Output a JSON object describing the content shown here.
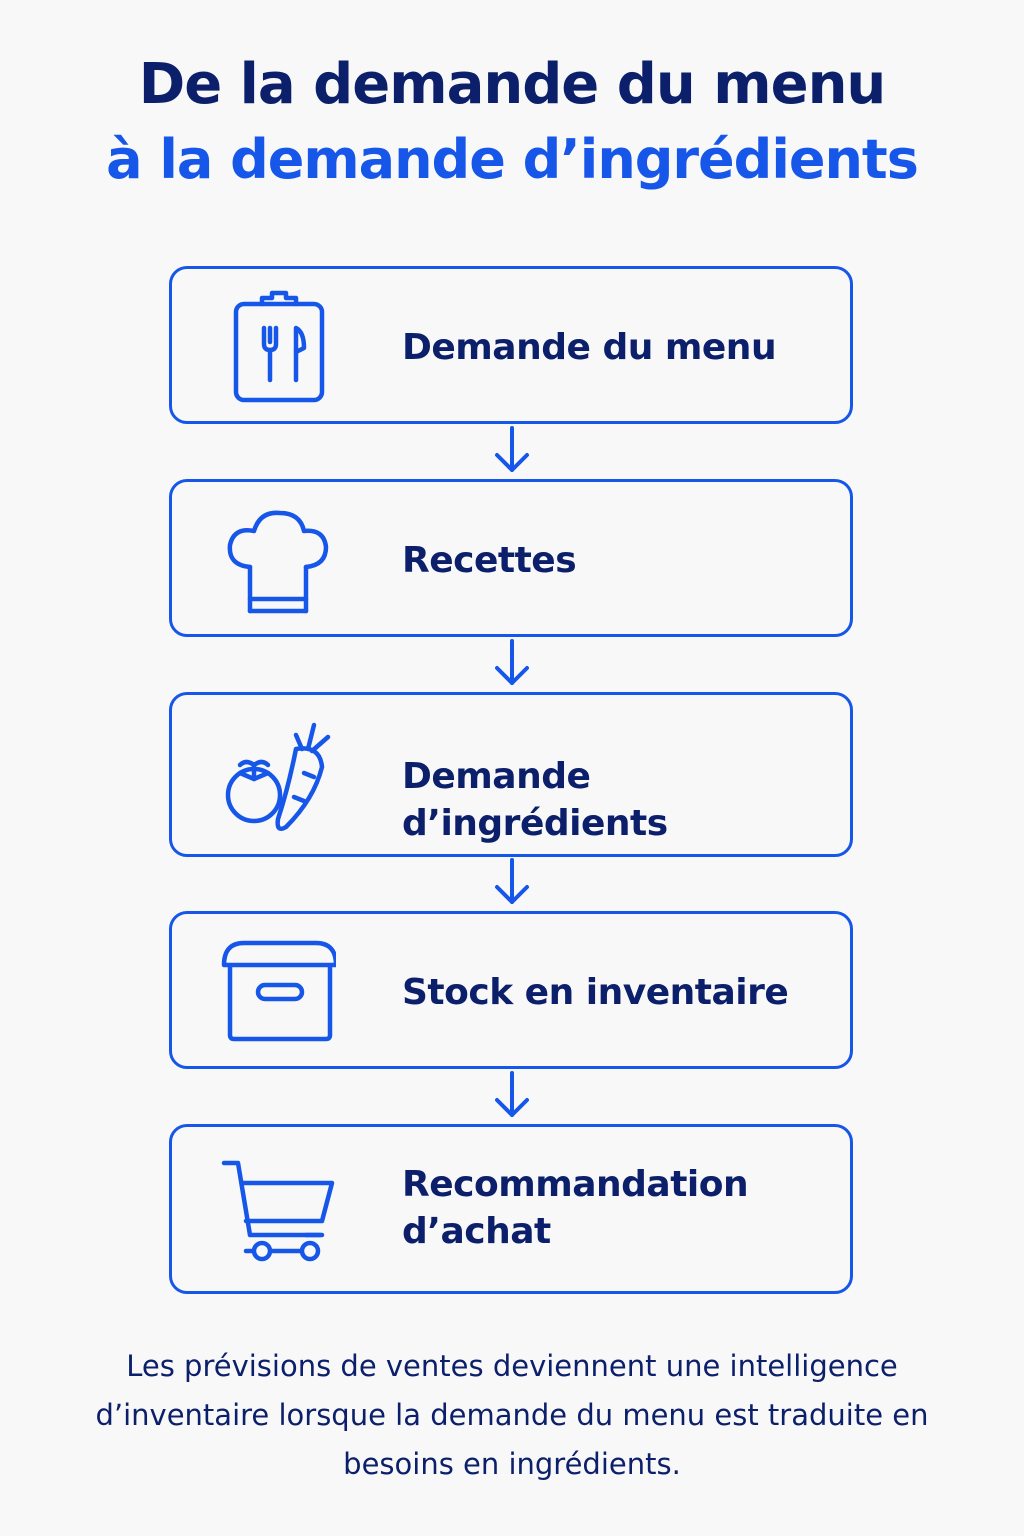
{
  "title": {
    "line1": "De la demande du menu",
    "line2": "à la demande d’ingrédients"
  },
  "steps": [
    {
      "label": "Demande du menu",
      "icon": "clipboard-utensils-icon"
    },
    {
      "label": "Recettes",
      "icon": "chef-hat-icon"
    },
    {
      "label": "Demande d’ingrédients",
      "icon": "tomato-carrot-icon"
    },
    {
      "label": "Stock en inventaire",
      "icon": "storage-box-icon"
    },
    {
      "label": "Recommandation\nd’achat",
      "icon": "shopping-cart-icon"
    }
  ],
  "caption": "Les prévisions de ventes deviennent une intelligence d’inventaire lorsque la demande du menu est traduite en besoins en ingrédients.",
  "colors": {
    "accent": "#1656e8",
    "text_dark": "#0c1f6b",
    "background": "#f8f8f8"
  }
}
